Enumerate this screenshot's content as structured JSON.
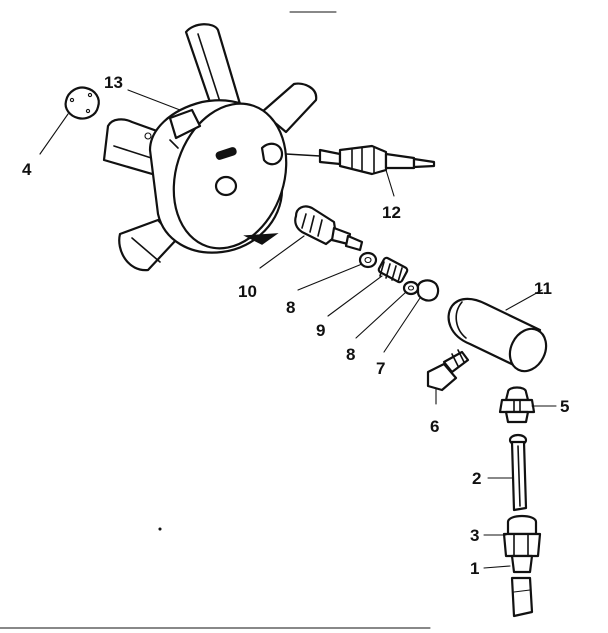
{
  "callouts": {
    "c1": "1",
    "c2": "2",
    "c3": "3",
    "c4": "4",
    "c5": "5",
    "c6": "6",
    "c7": "7",
    "c8a": "8",
    "c8b": "8",
    "c9": "9",
    "c10": "10",
    "c11": "11",
    "c12": "12",
    "c13": "13"
  },
  "colors": {
    "ink": "#111111",
    "paper": "#ffffff"
  }
}
